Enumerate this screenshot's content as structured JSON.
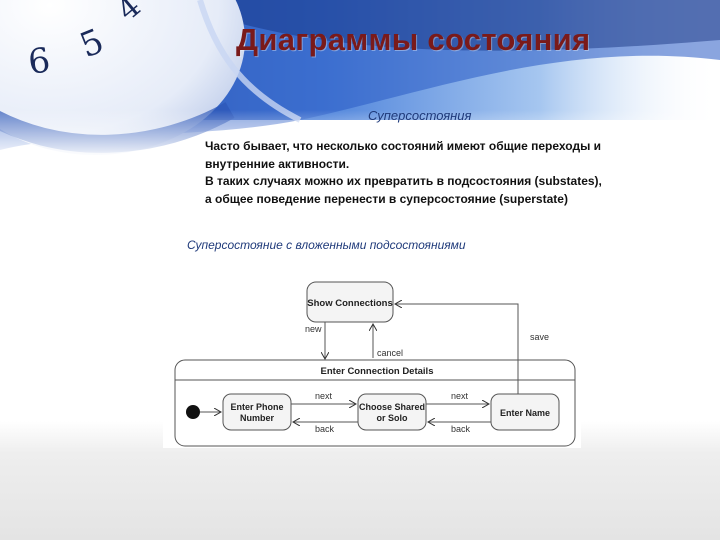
{
  "slide": {
    "title": "Диаграммы состояния",
    "subtitle": "Суперсостояния",
    "paragraph_lines": [
      "Часто бывает, что несколько состояний имеют общие переходы и",
      "внутренние активности.",
      "В таких случаях можно их превратить в подсостояния (substates),",
      "а общее поведение перенести в суперсостояние (superstate)"
    ],
    "caption": "Суперсостояние с вложенными подсостояниями"
  },
  "decoration": {
    "clock_digits": [
      "6",
      "5",
      "4"
    ]
  },
  "diagram": {
    "states": {
      "show_connections": "Show Connections",
      "enter_phone_line1": "Enter Phone",
      "enter_phone_line2": "Number",
      "choose_shared_line1": "Choose Shared",
      "choose_shared_line2": "or Solo",
      "enter_name": "Enter Name"
    },
    "superstate": "Enter Connection Details",
    "transitions": {
      "new": "new",
      "cancel": "cancel",
      "save": "save",
      "next_1": "next",
      "back_1": "back",
      "next_2": "next",
      "back_2": "back"
    }
  },
  "colors": {
    "title": "#7a1a1a",
    "accent_blue": "#1f3a7a"
  }
}
